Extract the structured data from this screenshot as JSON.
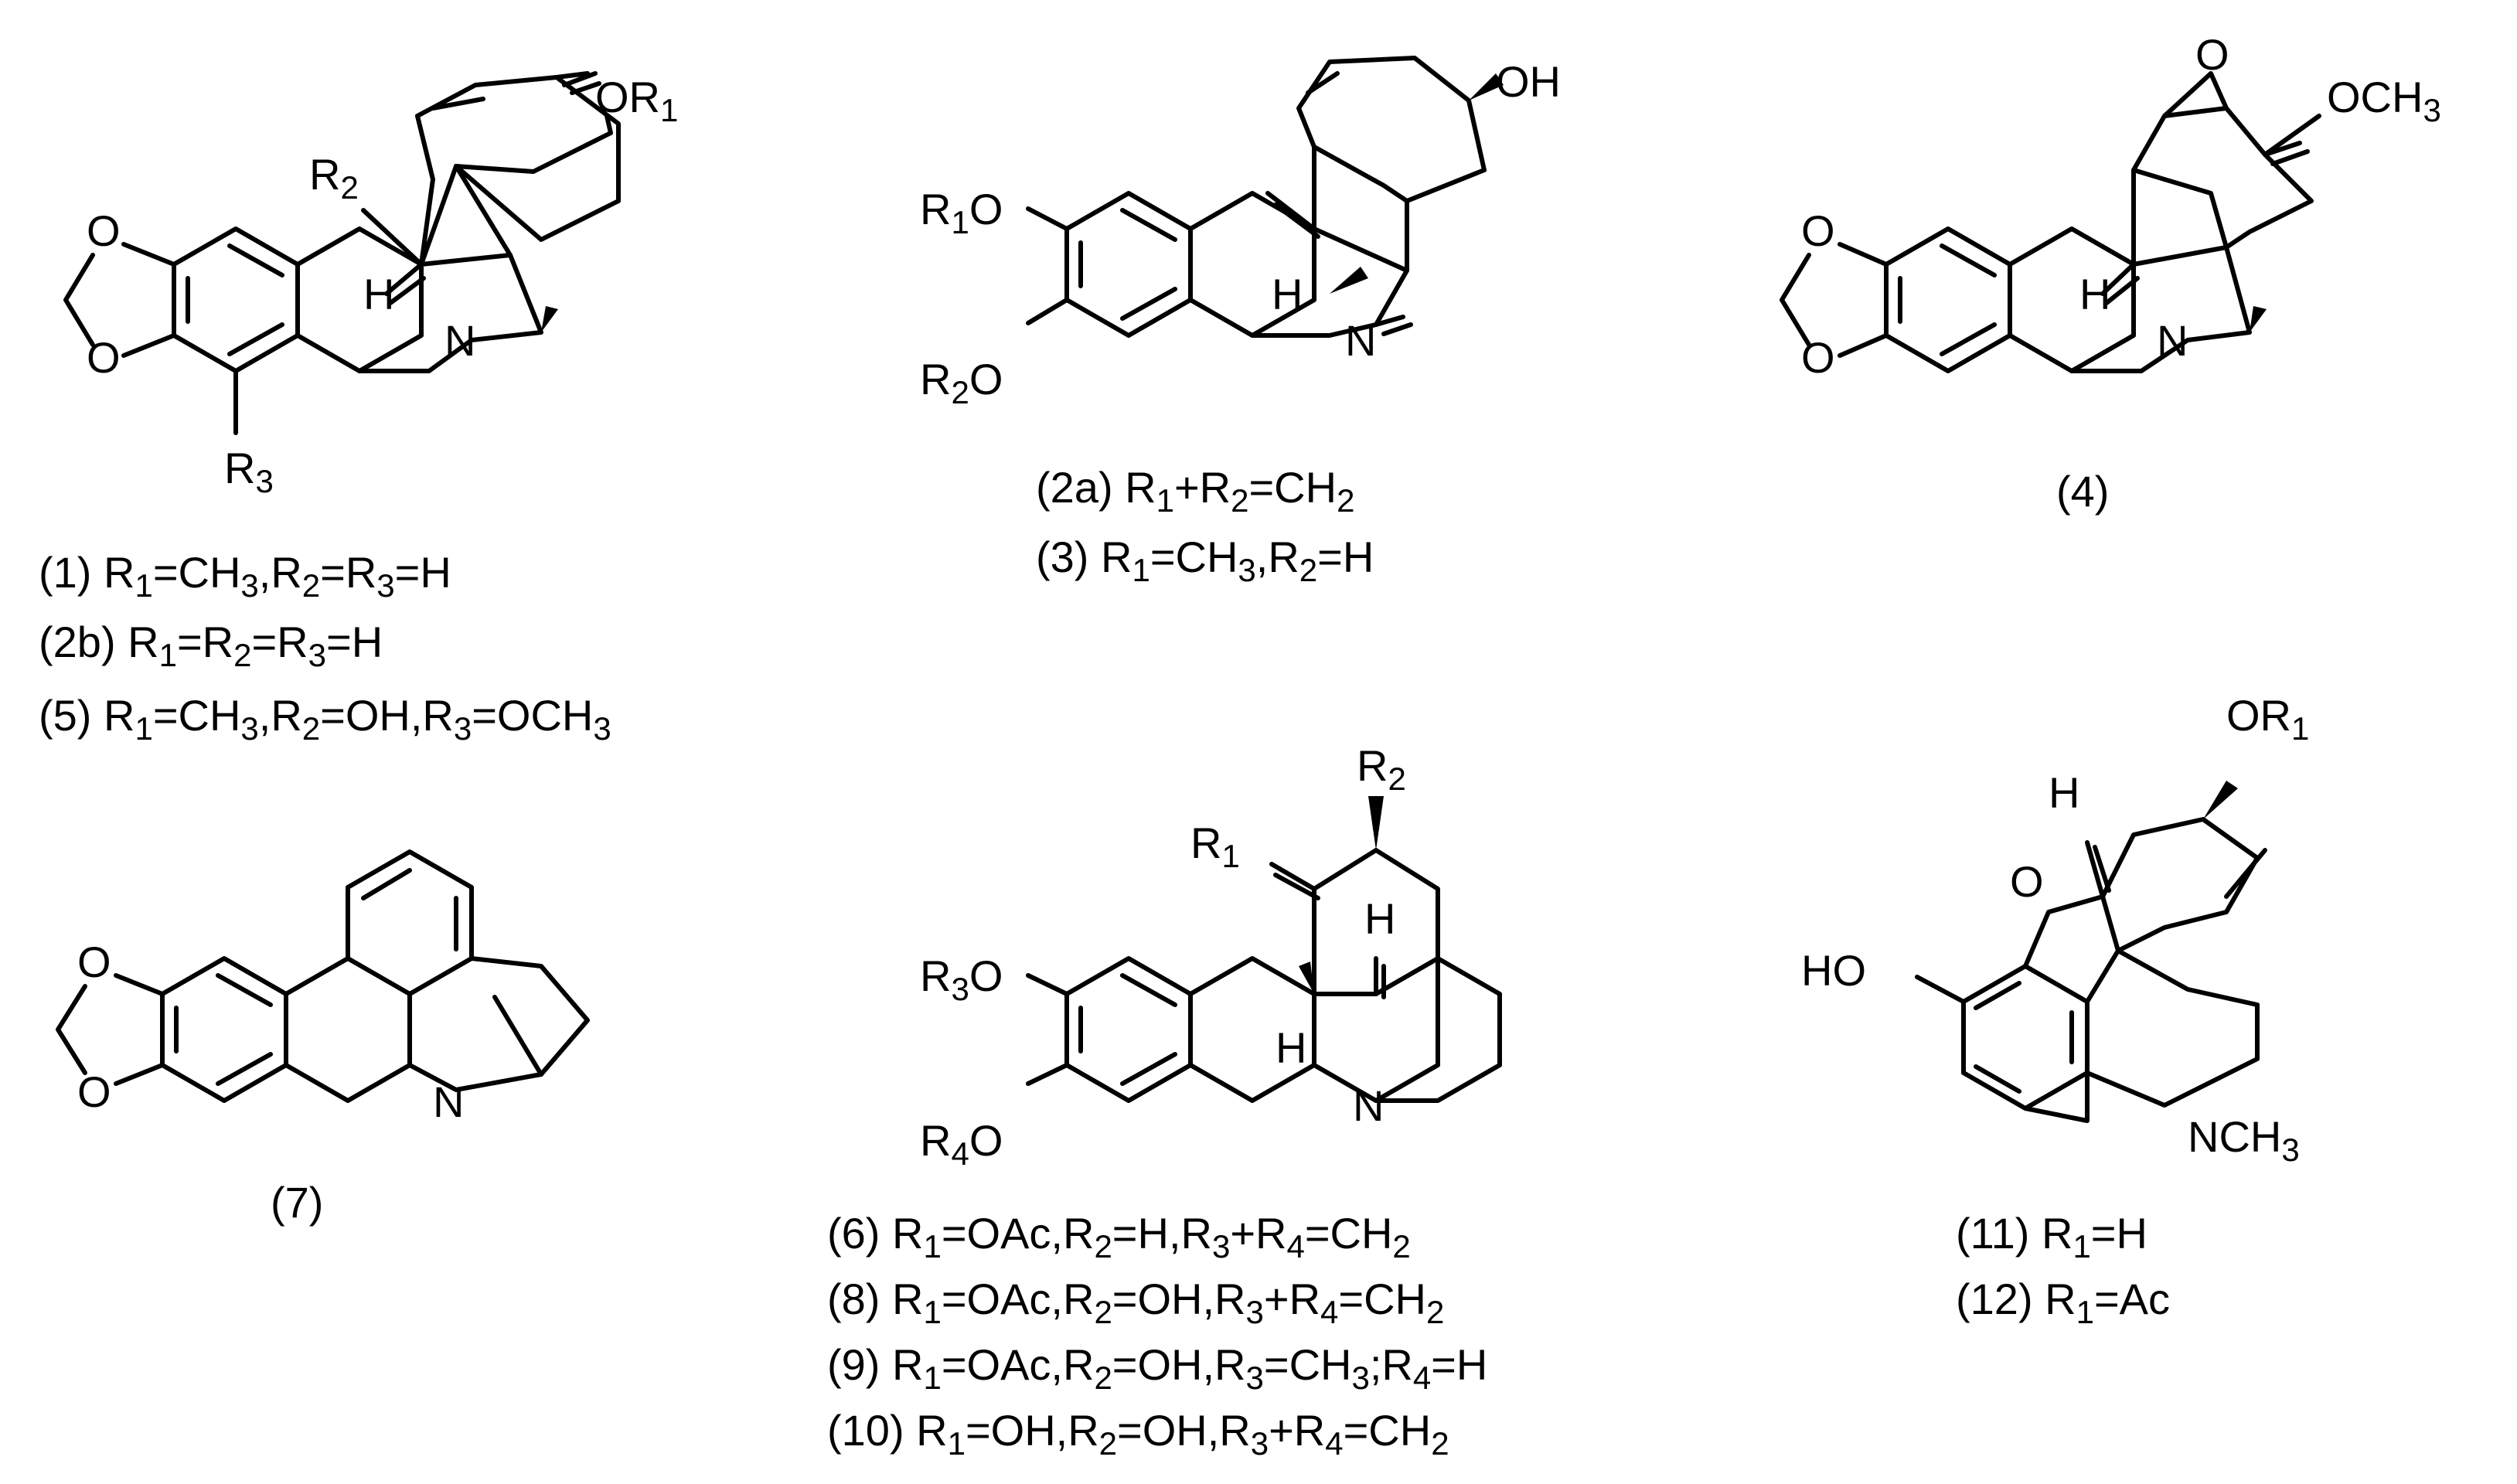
{
  "structures": [
    {
      "id": "s1",
      "atoms": [
        "OR1",
        "R2",
        "O",
        "O",
        "H",
        "N",
        "R3"
      ],
      "captions": [
        [
          "(1) R",
          "1",
          "=CH",
          "3",
          ",R",
          "2",
          "=R",
          "3",
          "=H"
        ],
        [
          "(2b) R",
          "1",
          "=R",
          "2",
          "=R",
          "3",
          "=H"
        ],
        [
          "(5) R",
          "1",
          "=CH",
          "3",
          ",R",
          "2",
          "=OH,R",
          "3",
          "=OCH",
          "3"
        ]
      ]
    },
    {
      "id": "s2",
      "atoms": [
        "OH",
        "R1O",
        "R2O",
        "H",
        "N"
      ],
      "captions": [
        [
          "(2a) R",
          "1",
          "+R",
          "2",
          "=CH",
          "2"
        ],
        [
          "(3) R",
          "1",
          "=CH",
          "3",
          ",R",
          "2",
          "=H"
        ]
      ]
    },
    {
      "id": "s3",
      "atoms": [
        "O",
        "OCH3",
        "O",
        "O",
        "H",
        "N"
      ],
      "captions": [
        [
          "(4)"
        ]
      ]
    },
    {
      "id": "s4",
      "atoms": [
        "O",
        "O",
        "N"
      ],
      "captions": [
        [
          "(7)"
        ]
      ]
    },
    {
      "id": "s5",
      "atoms": [
        "R2",
        "R1",
        "R3O",
        "R4O",
        "H",
        "H",
        "N"
      ],
      "captions": [
        [
          "(6) R",
          "1",
          "=OAc,R",
          "2",
          "=H,R",
          "3",
          "+R",
          "4",
          "=CH",
          "2"
        ],
        [
          "(8) R",
          "1",
          "=OAc,R",
          "2",
          "=OH,R",
          "3",
          "+R",
          "4",
          "=CH",
          "2"
        ],
        [
          "(9) R",
          "1",
          "=OAc,R",
          "2",
          "=OH,R",
          "3",
          "=CH",
          "3",
          ";R",
          "4",
          "=H"
        ],
        [
          "(10) R",
          "1",
          "=OH,R",
          "2",
          "=OH,R",
          "3",
          "+R",
          "4",
          "=CH",
          "2"
        ]
      ]
    },
    {
      "id": "s6",
      "atoms": [
        "OR1",
        "H",
        "O",
        "HO",
        "NCH3"
      ],
      "captions": [
        [
          "(11) R",
          "1",
          "=H"
        ],
        [
          "(12) R",
          "1",
          "=Ac"
        ]
      ]
    }
  ]
}
